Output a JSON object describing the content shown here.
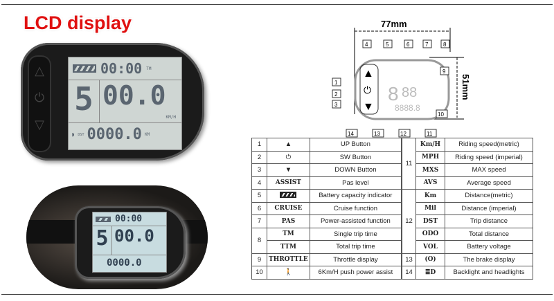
{
  "title": "LCD display",
  "lcd": {
    "time": "00:00",
    "tm": "TM",
    "assist": "5",
    "speed": "00.0",
    "speed_unit": "KM/H",
    "dist_label": "DST",
    "distance": "0000.0",
    "dist_unit": "KM"
  },
  "diagram": {
    "width_label": "77mm",
    "height_label": "51mm",
    "callouts": [
      "1",
      "2",
      "3",
      "4",
      "5",
      "6",
      "7",
      "8",
      "9",
      "10",
      "11",
      "12",
      "13",
      "14"
    ]
  },
  "table_left": [
    {
      "num": "1",
      "icon": "up-button-icon",
      "code": "▲",
      "desc": "UP Button"
    },
    {
      "num": "2",
      "icon": "power-button-icon",
      "code": "⏻",
      "desc": "SW Button"
    },
    {
      "num": "3",
      "icon": "down-button-icon",
      "code": "▼",
      "desc": "DOWN Button"
    },
    {
      "num": "4",
      "code": "ASSIST",
      "desc": "Pas level"
    },
    {
      "num": "5",
      "icon": "battery-icon",
      "code": "",
      "desc": "Battery capacity indicator"
    },
    {
      "num": "6",
      "code": "CRUISE",
      "desc": "Cruise function"
    },
    {
      "num": "7",
      "code": "PAS",
      "desc": "Power-assisted function"
    },
    {
      "num": "8",
      "code": "TM",
      "desc": "Single trip time"
    },
    {
      "num": "",
      "code": "TTM",
      "desc": "Total trip time"
    },
    {
      "num": "9",
      "code": "THROTTLE",
      "desc": "Throttle display"
    },
    {
      "num": "10",
      "icon": "walking-person-icon",
      "code": "🚶",
      "desc": "6Km/H push power assist"
    }
  ],
  "table_right": {
    "g11": {
      "num": "11",
      "rows": [
        {
          "code": "Km/H",
          "desc": "Riding speed(metric)"
        },
        {
          "code": "MPH",
          "desc": "Riding speed (imperial)"
        },
        {
          "code": "MXS",
          "desc": "MAX speed"
        },
        {
          "code": "AVS",
          "desc": "Average speed"
        }
      ]
    },
    "g12": {
      "num": "12",
      "rows": [
        {
          "code": "Km",
          "desc": "Distance(metric)"
        },
        {
          "code": "Mil",
          "desc": "Distance (imperial)"
        },
        {
          "code": "DST",
          "desc": "Trip distance"
        },
        {
          "code": "ODO",
          "desc": "Total distance"
        },
        {
          "code": "VOL",
          "desc": "Battery voltage"
        }
      ]
    },
    "r13": {
      "num": "13",
      "code": "(O)",
      "desc": "The brake display"
    },
    "r14": {
      "num": "14",
      "code": "≣D",
      "desc": "Backlight and headlights"
    }
  }
}
